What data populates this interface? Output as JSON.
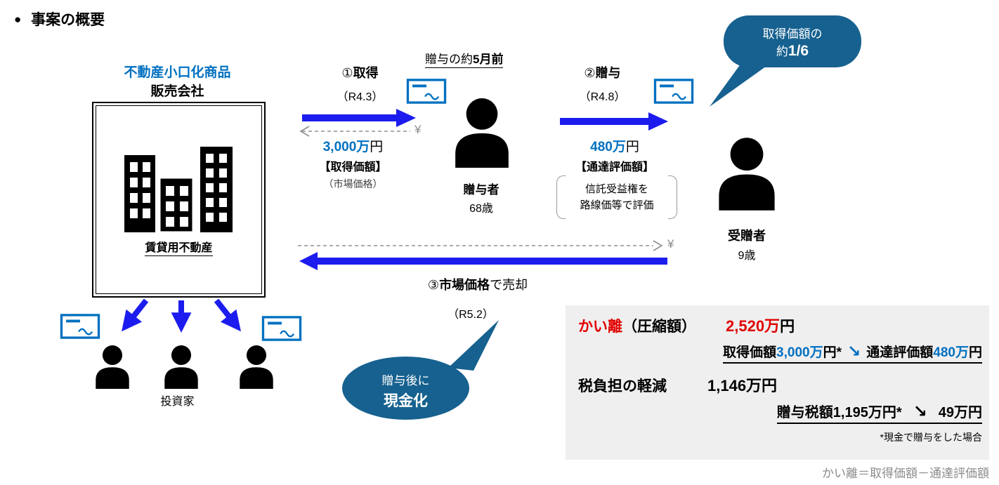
{
  "header": {
    "bullet": "●",
    "title": "事案の概要"
  },
  "company": {
    "heading_blue": "不動産小口化商品",
    "heading_black": "販売会社",
    "property_label": "賃貸用不動産",
    "investors_label": "投資家"
  },
  "step1": {
    "num": "①",
    "label": "取得",
    "date": "（R4.3）",
    "yen": "¥",
    "amount": "3,000万",
    "unit": "円",
    "caption": "【取得価額】",
    "note": "（市場価格）"
  },
  "donor": {
    "timing_prefix": "贈与の約",
    "timing_strong": "5月前",
    "name": "贈与者",
    "age": "68歳"
  },
  "step2": {
    "num": "②",
    "label": "贈与",
    "date": "（R4.8）",
    "amount": "480万",
    "unit": "円",
    "caption": "【通達評価額】",
    "note_line1": "信託受益権を",
    "note_line2": "路線価等で評価"
  },
  "recipient": {
    "name": "受贈者",
    "age": "9歳"
  },
  "ratio_bubble": {
    "line1": "取得価額の",
    "line2_prefix": "約",
    "line2_strong": "1/6"
  },
  "step3": {
    "num": "③",
    "strong": "市場価格",
    "suffix": "で売却",
    "date": "（R5.2）",
    "yen": "¥"
  },
  "cash_bubble": {
    "line1": "贈与後に",
    "line2": "現金化"
  },
  "summary": {
    "kairi_label": "かい離",
    "kairi_paren": "（圧縮額）",
    "kairi_amount": "2,520万",
    "kairi_unit": "円",
    "compare1": {
      "left_label": "取得価額",
      "left_amount": "3,000万",
      "left_suffix": "円*",
      "arrow": "↘",
      "right_label": "通達評価額",
      "right_amount": "480万",
      "right_suffix": "円"
    },
    "tax_label": "税負担の軽減",
    "tax_amount": "1,146万円",
    "compare2": {
      "left": "贈与税額1,195万円*",
      "arrow": "↘",
      "right": "49万円"
    },
    "footnote": "*現金で贈与をした場合"
  },
  "formula": "かい離＝取得価額－通達評価額",
  "colors": {
    "accent_blue": "#0070C0",
    "arrow_blue": "#1c1cee",
    "bubble_teal": "#16618f",
    "alert_red": "#e00000",
    "panel_gray": "#efefef"
  }
}
